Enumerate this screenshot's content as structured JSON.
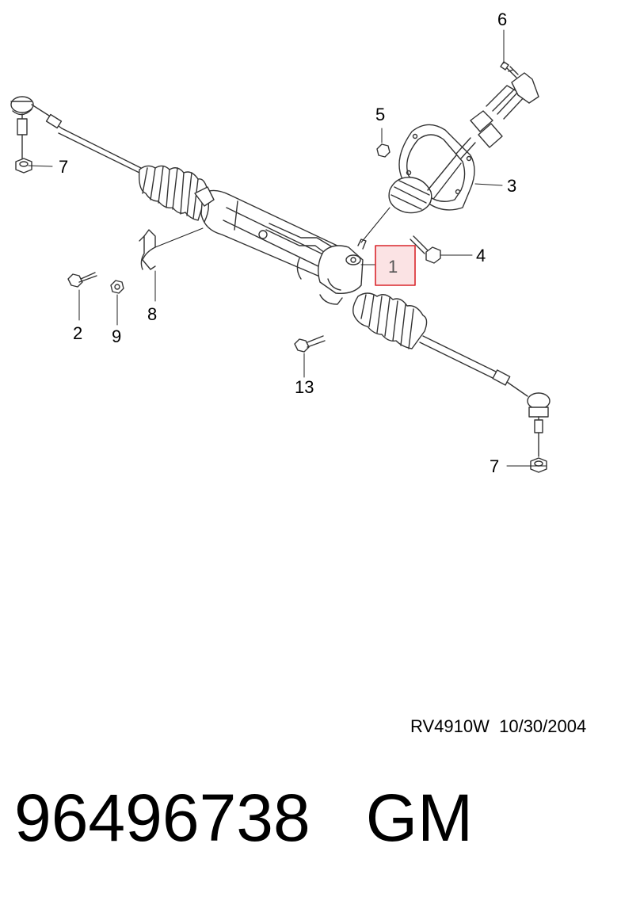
{
  "diagram": {
    "callouts": [
      "1",
      "2",
      "3",
      "4",
      "5",
      "6",
      "7",
      "7",
      "8",
      "9",
      "13"
    ],
    "colors": {
      "highlight": "#d9262c",
      "highlight_fill": "#fbe3e4",
      "line": "#333333"
    }
  },
  "footer": {
    "ref_code": "RV4910W",
    "ref_date": "10/30/2004",
    "part_number": "96496738",
    "brand": "GM"
  }
}
